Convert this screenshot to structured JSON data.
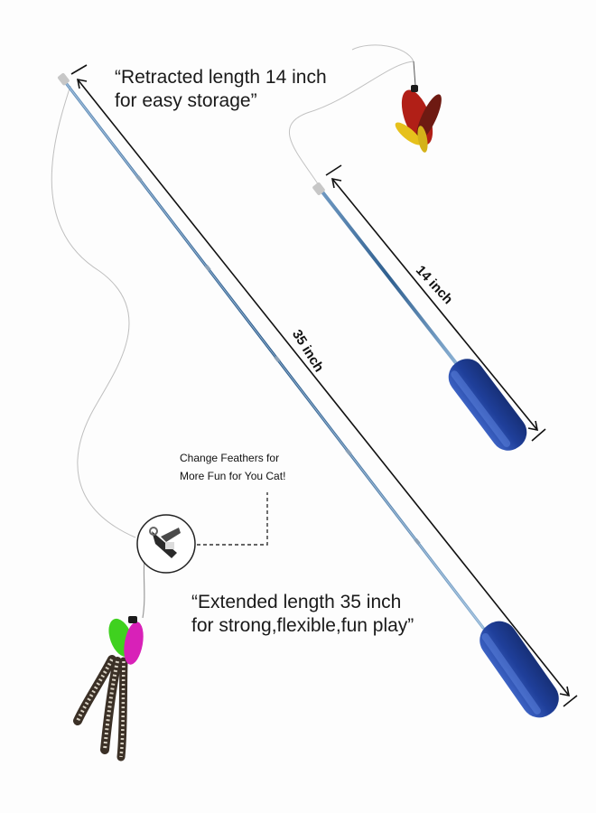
{
  "captions": {
    "retracted": [
      "“Retracted length 14 inch",
      "for easy storage”"
    ],
    "extended": [
      "“Extended length 35 inch",
      "for strong,flexible,fun play”"
    ],
    "change_feathers": [
      "Change Feathers for",
      "More Fun for You Cat!"
    ]
  },
  "dimensions": {
    "long_wand": "35 inch",
    "short_wand": "14 inch"
  },
  "colors": {
    "handle": "#2145a6",
    "rod": "#3d6f9c",
    "dimension_line": "#111111",
    "feather_red": "#b11f17",
    "feather_yellow": "#e6c11c",
    "feather_green": "#3fd11f",
    "feather_magenta": "#d821b8"
  }
}
